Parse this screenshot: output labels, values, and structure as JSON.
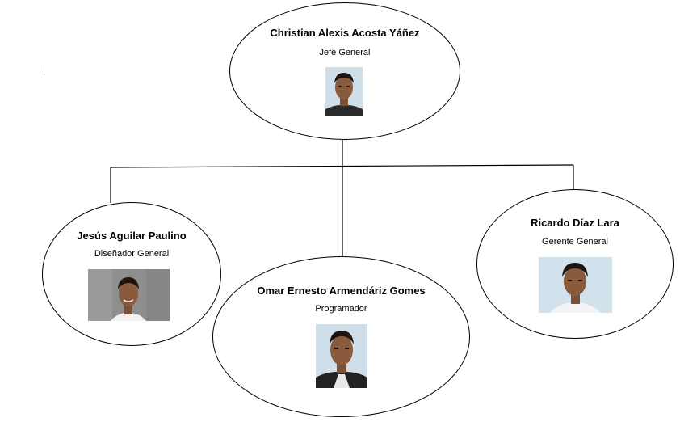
{
  "org_chart": {
    "nodes": [
      {
        "name": "Christian Alexis Acosta Yáñez",
        "role": "Jefe General",
        "photo_icon": "portrait-photo"
      },
      {
        "name": "Jesús Aguilar Paulino",
        "role": "Diseñador General",
        "photo_icon": "portrait-photo"
      },
      {
        "name": "Omar Ernesto Armendáriz Gomes",
        "role": "Programador",
        "photo_icon": "portrait-photo"
      },
      {
        "name": "Ricardo Díaz Lara",
        "role": "Gerente General",
        "photo_icon": "portrait-photo"
      }
    ],
    "hierarchy": {
      "root": "Christian Alexis Acosta Yáñez",
      "reports": [
        "Jesús Aguilar Paulino",
        "Omar Ernesto Armendáriz Gomes",
        "Ricardo Díaz Lara"
      ]
    }
  },
  "colors": {
    "line": "#000000",
    "background": "#ffffff",
    "photo_background_cool": "#cfe0ea",
    "photo_background_gray": "#8e8e8e",
    "skin": "#8a5a3c",
    "hair": "#1c1410"
  }
}
